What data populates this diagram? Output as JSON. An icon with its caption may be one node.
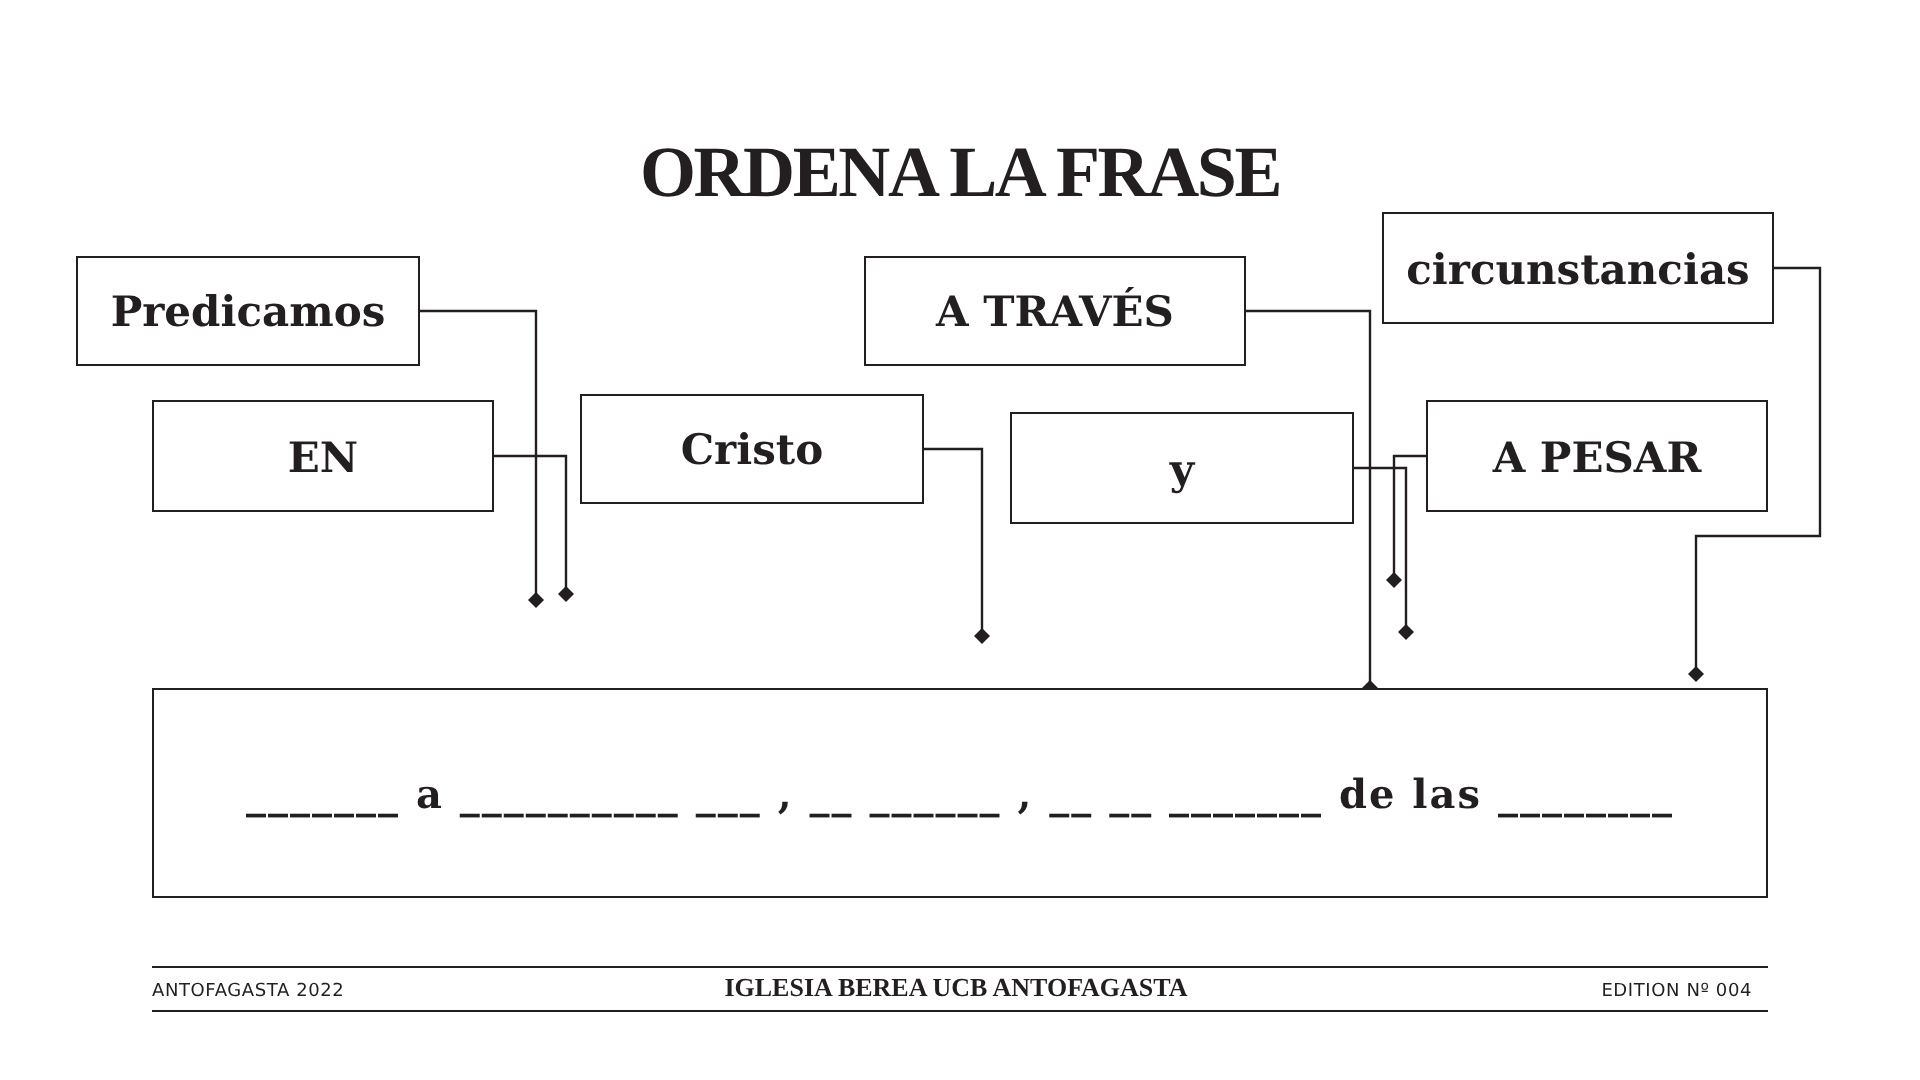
{
  "diagram": {
    "title": "ORDENA LA FRASE",
    "nodes": [
      {
        "text": [
          "Predicamos"
        ]
      },
      {
        "text": [
          "A TRAVÉS"
        ]
      },
      {
        "text": [
          "circunstancias"
        ]
      },
      {
        "text": [
          "EN"
        ]
      },
      {
        "text": [
          "Cristo"
        ]
      },
      {
        "text": [
          "y"
        ]
      },
      {
        "text": [
          "A PESAR"
        ]
      },
      {
        "text": [
          "_______ a __________ ___ , __ ______ , __ __ _______ de las ________"
        ]
      }
    ],
    "edges": [
      {
        "from": 0,
        "to": null,
        "arrow": "other"
      },
      {
        "from": 1,
        "to": 7,
        "arrow": "other"
      },
      {
        "from": 2,
        "to": 7,
        "arrow": "other"
      },
      {
        "from": 3,
        "to": null,
        "arrow": "other"
      },
      {
        "from": 4,
        "to": null,
        "arrow": "other"
      },
      {
        "from": 5,
        "to": null,
        "arrow": "other"
      },
      {
        "from": 6,
        "to": null,
        "arrow": "other"
      }
    ],
    "labels": [
      "ANTOFAGASTA 2022",
      "IGLESIA BEREA UCB ANTOFAGASTA",
      "EDITION Nº 004"
    ]
  }
}
